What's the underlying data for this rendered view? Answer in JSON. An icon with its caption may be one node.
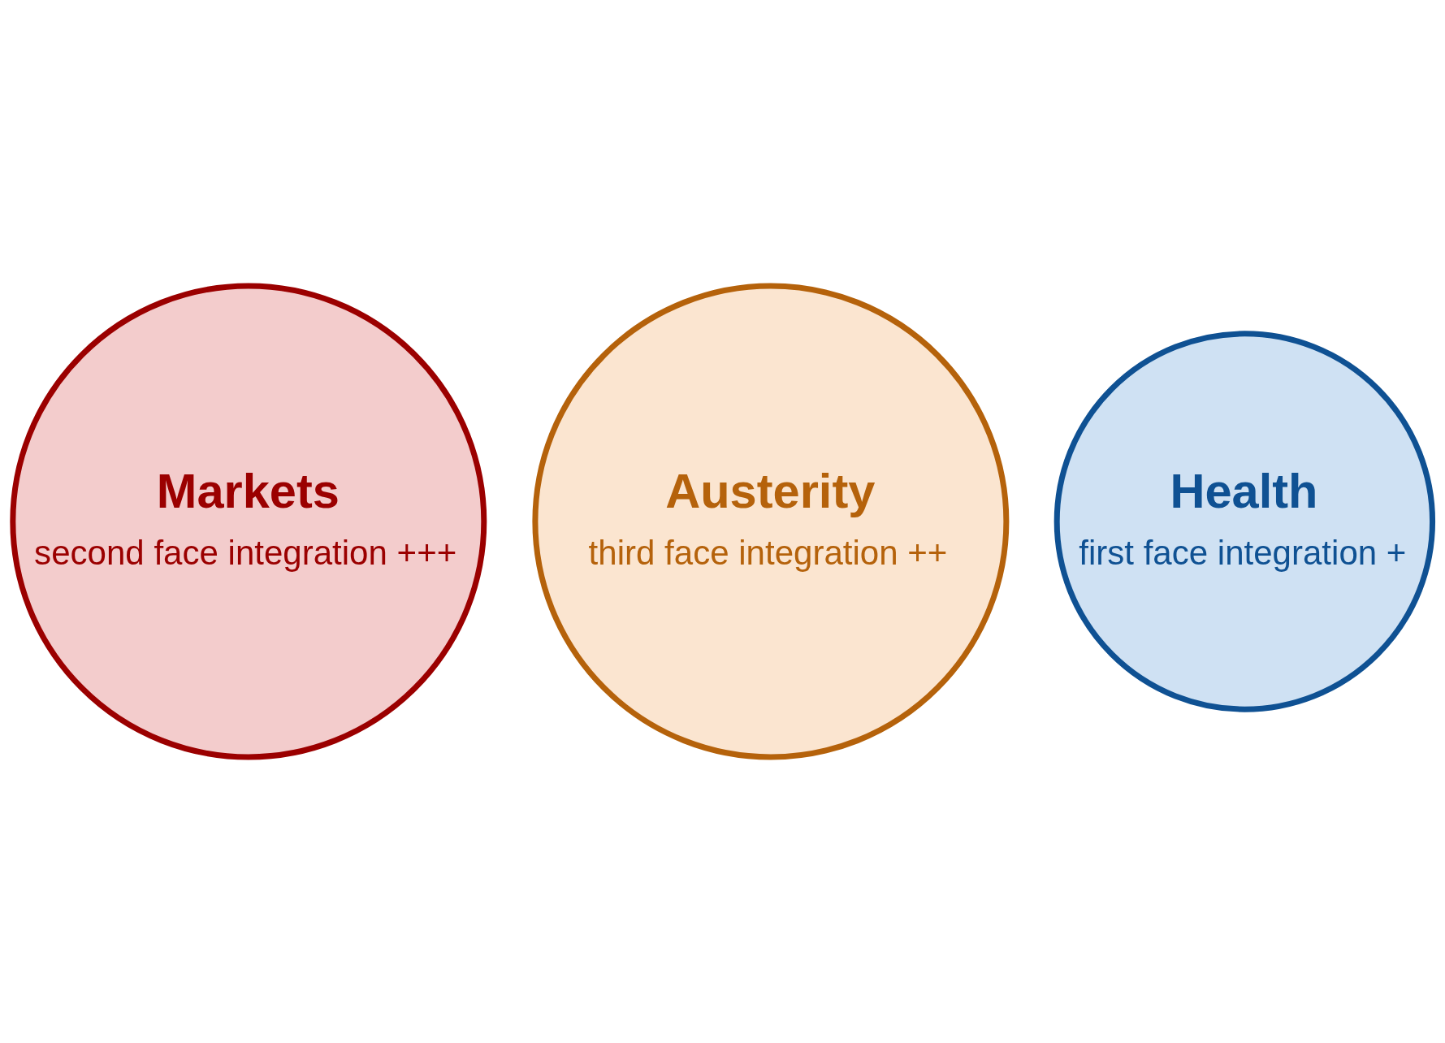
{
  "diagram": {
    "nodes": [
      {
        "text": [
          "Austerity",
          "third face integration ++"
        ]
      },
      {
        "text": [
          "Markets",
          "second face integration +++"
        ]
      },
      {
        "text": [
          "Health",
          "first face integration +"
        ]
      }
    ],
    "edges": []
  }
}
